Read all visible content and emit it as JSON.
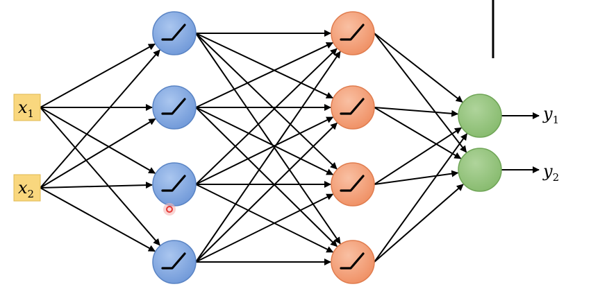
{
  "diagram": {
    "inputs": [
      {
        "var": "x",
        "sub": "1"
      },
      {
        "var": "x",
        "sub": "2"
      }
    ],
    "hidden_layer_1": {
      "node_count": 4,
      "activation_icon": "relu-icon",
      "color": "#7aa3df"
    },
    "hidden_layer_2": {
      "node_count": 4,
      "activation_icon": "relu-icon",
      "color": "#f2a07a"
    },
    "output_layer": {
      "node_count": 2,
      "color": "#93c47d"
    },
    "outputs": [
      {
        "var": "y",
        "sub": "1"
      },
      {
        "var": "y",
        "sub": "2"
      }
    ],
    "input_box_color": "#f9d77e",
    "edge_color": "#000000",
    "cursor_marker_color": "#e53935"
  }
}
